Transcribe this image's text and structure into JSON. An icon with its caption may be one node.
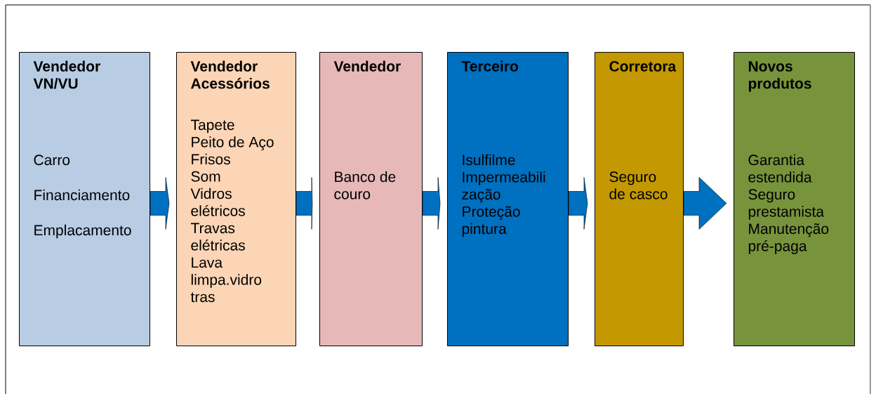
{
  "diagram": {
    "nodes": [
      {
        "text": [
          "Vendedor VN/VU",
          "Carro",
          "Financiamento",
          "Emplacamento"
        ]
      },
      {
        "text": [
          "Vendedor Acessórios",
          "Tapete",
          "Peito de Aço",
          "Frisos",
          "Som",
          "Vidros elétricos",
          "Travas elétricas",
          "Lava limpa.vidro tras"
        ]
      },
      {
        "text": [
          "Vendedor",
          "Banco de couro"
        ]
      },
      {
        "text": [
          "Terceiro",
          "Isulfilme",
          "Impermeabili zação",
          "Proteção pintura"
        ]
      },
      {
        "text": [
          "Corretora",
          "Seguro de casco"
        ]
      },
      {
        "text": [
          "Novos produtos",
          "Garantia estendida",
          "Seguro prestamista",
          "Manutenção pré-paga"
        ]
      }
    ],
    "edges": [
      {
        "from": 0,
        "to": 1,
        "arrow": "to"
      },
      {
        "from": 1,
        "to": 2,
        "arrow": "to"
      },
      {
        "from": 2,
        "to": 3,
        "arrow": "to"
      },
      {
        "from": 3,
        "to": 4,
        "arrow": "to"
      },
      {
        "from": 4,
        "to": 5,
        "arrow": "to"
      }
    ]
  }
}
